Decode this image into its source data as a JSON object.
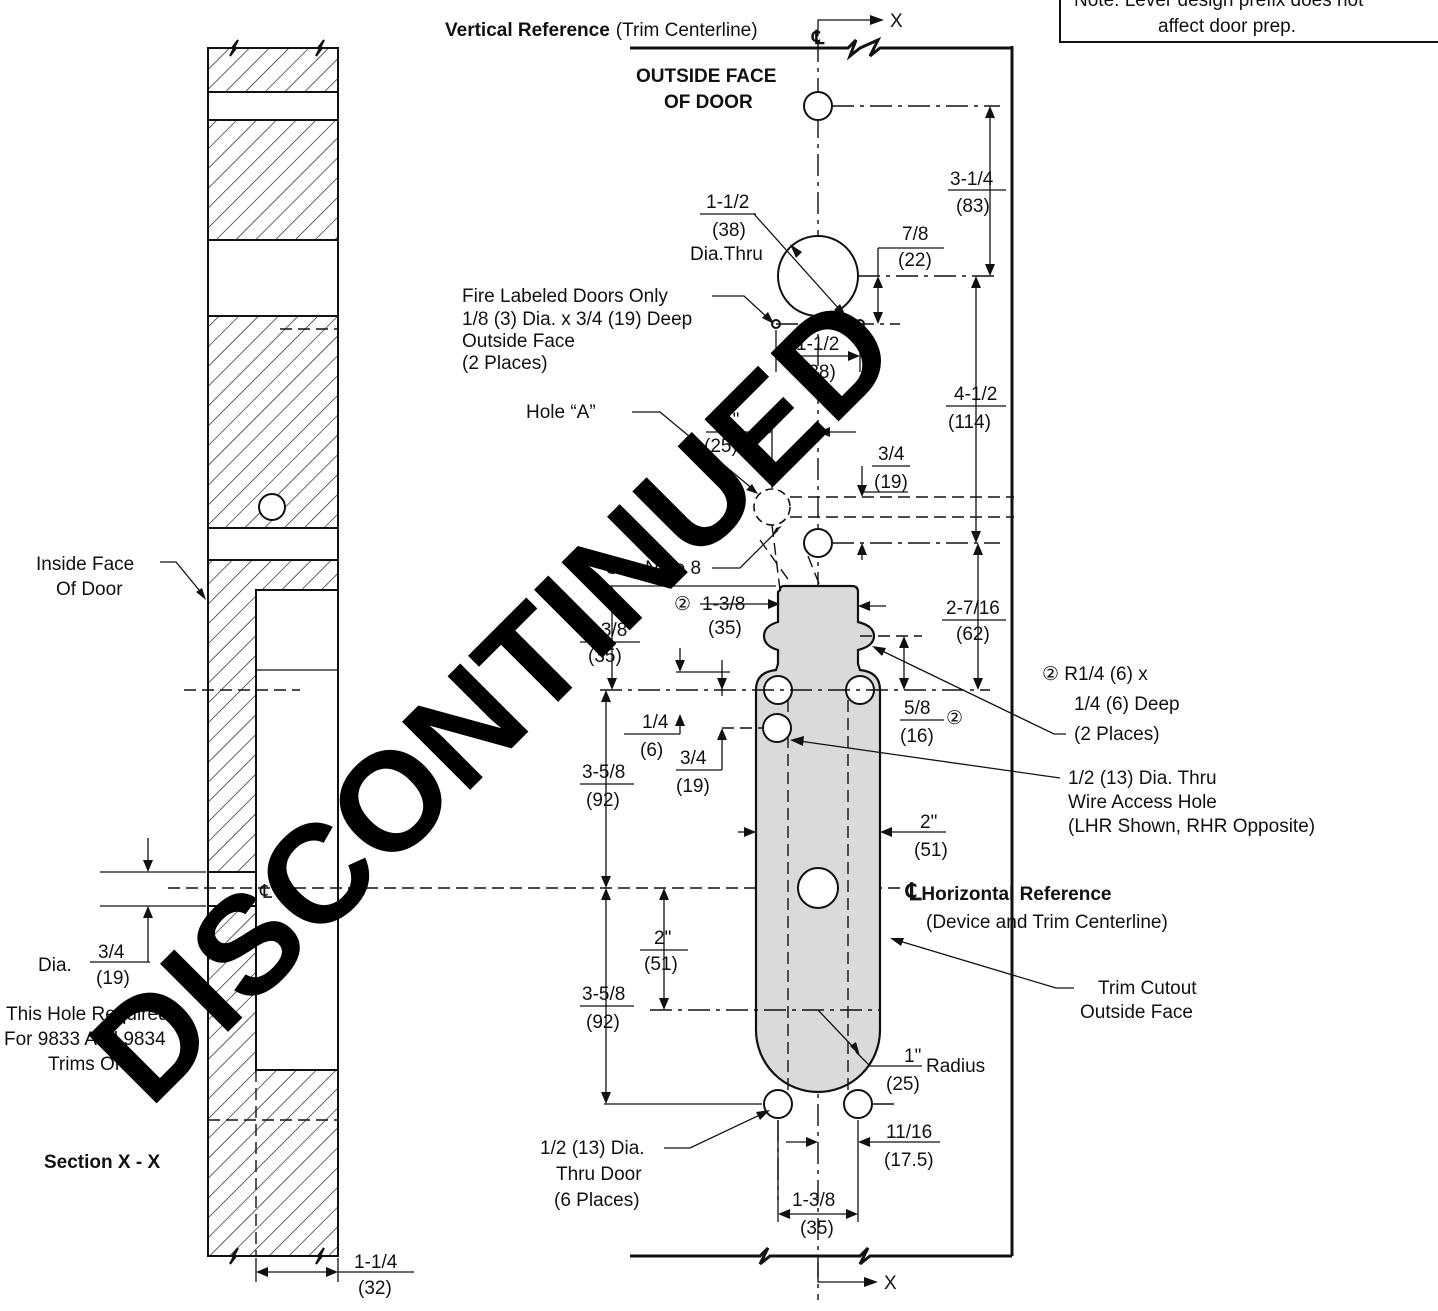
{
  "note": {
    "line1": "Note: Lever design prefix does not",
    "line2": "affect door prep."
  },
  "watermark": "DISCONTINUED",
  "headers": {
    "vertical_reference_bold": "Vertical Reference",
    "vertical_reference_rest": "(Trim Centerline)",
    "outside_face_1": "OUTSIDE FACE",
    "outside_face_2": "OF DOOR",
    "horizontal_reference_bold": "Horizontal Reference",
    "horizontal_reference_sub": "(Device and Trim Centerline)",
    "section": "Section X - X",
    "section_marker": "X",
    "centerline_symbol": "℄"
  },
  "callouts": {
    "hole_38_1": "1-1/2",
    "hole_38_2": "(38)",
    "hole_38_3": "Dia.Thru",
    "fire_1": "Fire Labeled Doors Only",
    "fire_2": "1/8 (3) Dia. x 3/4 (19) Deep",
    "fire_3": "Outside Face",
    "fire_4": "(2 Places)",
    "hole_a": "Hole “A”",
    "see_note": "See Note 8",
    "inside_face_1": "Inside Face",
    "inside_face_2": "Of Door",
    "radius_1": "② R1/4 (6) x",
    "radius_2": "1/4 (6) Deep",
    "radius_3": "(2 Places)",
    "wire_1": "1/2 (13) Dia. Thru",
    "wire_2": "Wire Access Hole",
    "wire_3": "(LHR Shown, RHR Opposite)",
    "trim_cutout_1": "Trim Cutout",
    "trim_cutout_2": "Outside Face",
    "radius_label": "Radius",
    "thru_1": "1/2 (13) Dia.",
    "thru_2": "Thru Door",
    "thru_3": "(6 Places)",
    "dia_label": "Dia.",
    "req_1": "This Hole Required",
    "req_2": "For 9833 And 9834",
    "req_3": "Trims Only",
    "circle2": "②"
  },
  "dimensions": {
    "d_3_1_4": [
      "3-1/4",
      "(83)"
    ],
    "d_7_8": [
      "7/8",
      "(22)"
    ],
    "d_1_1_2": [
      "1-1/2",
      "(38)"
    ],
    "d_4_1_2": [
      "4-1/2",
      "(114)"
    ],
    "d_1in": [
      "1\"",
      "(25)"
    ],
    "d_3_4a": [
      "3/4",
      "(19)"
    ],
    "d_2_7_16": [
      "2-7/16",
      "(62)"
    ],
    "d_1_3_8a": [
      "1-3/8",
      "(35)"
    ],
    "d_1_3_8b": [
      "1-3/8",
      "(35)"
    ],
    "d_5_8": [
      "5/8",
      "(16)"
    ],
    "d_1_4": [
      "1/4",
      "(6)"
    ],
    "d_3_4b": [
      "3/4",
      "(19)"
    ],
    "d_3_5_8a": [
      "3-5/8",
      "(92)"
    ],
    "d_2in_a": [
      "2\"",
      "(51)"
    ],
    "d_2in_b": [
      "2\"",
      "(51)"
    ],
    "d_3_5_8b": [
      "3-5/8",
      "(92)"
    ],
    "d_1in_r": [
      "1\"",
      "(25)"
    ],
    "d_11_16": [
      "11/16",
      "(17.5)"
    ],
    "d_1_3_8c": [
      "1-3/8",
      "(35)"
    ],
    "d_3_4c": [
      "3/4",
      "(19)"
    ],
    "d_1_1_4": [
      "1-1/4",
      "(32)"
    ]
  }
}
